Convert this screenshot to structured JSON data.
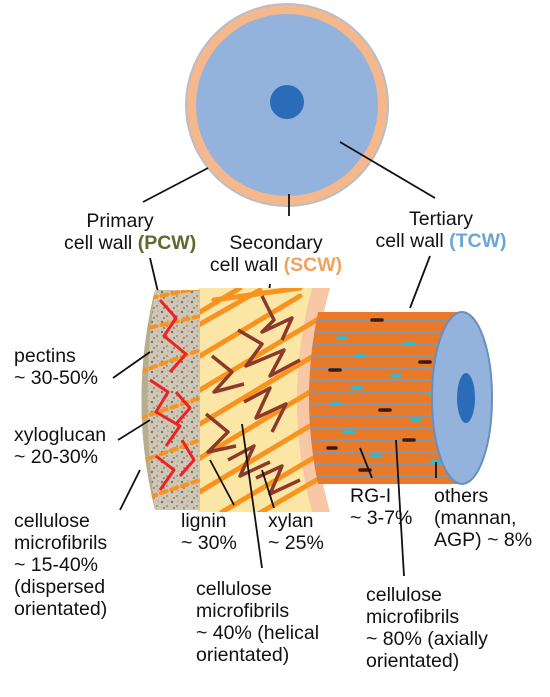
{
  "labels": {
    "pcw": {
      "line1": "Primary",
      "line2": "cell wall",
      "abbr": "(PCW)"
    },
    "scw": {
      "line1": "Secondary",
      "line2": "cell wall",
      "abbr": "(SCW)"
    },
    "tcw": {
      "line1": "Tertiary",
      "line2": "cell wall",
      "abbr": "(TCW)"
    },
    "pectins": [
      "pectins",
      "~ 30-50%"
    ],
    "xyloglucan": [
      "xyloglucan",
      "~ 20-30%"
    ],
    "pcw_cellulose": [
      "cellulose",
      "microfibrils",
      "~ 15-40%",
      "(dispersed",
      "orientated)"
    ],
    "lignin": [
      "lignin",
      "~ 30%"
    ],
    "xylan": [
      "xylan",
      "~ 25%"
    ],
    "scw_cellulose": [
      "cellulose",
      "microfibrils",
      "~ 40% (helical",
      "orientated)"
    ],
    "rgi": [
      "RG-I",
      "~ 3-7%"
    ],
    "others": [
      "others",
      "(mannan,",
      "AGP) ~ 8%"
    ],
    "tcw_cellulose": [
      "cellulose",
      "microfibrils",
      "~ 80% (axially",
      "orientated)"
    ]
  },
  "colors": {
    "pcw": "#5e6a2e",
    "scw": "#f0a35e",
    "tcw": "#6aa6d8",
    "cell": "#93b3dc",
    "nucleus": "#2b6cb8",
    "wall_ring": "#f4b88c",
    "pcw_fibril": "#ee2222",
    "scw_fibril": "#8b3a2a",
    "tcw_body": "#e87a2a",
    "tcw_dash_cyan": "#20c0e0",
    "tcw_dash_dark": "#3a1a10"
  }
}
